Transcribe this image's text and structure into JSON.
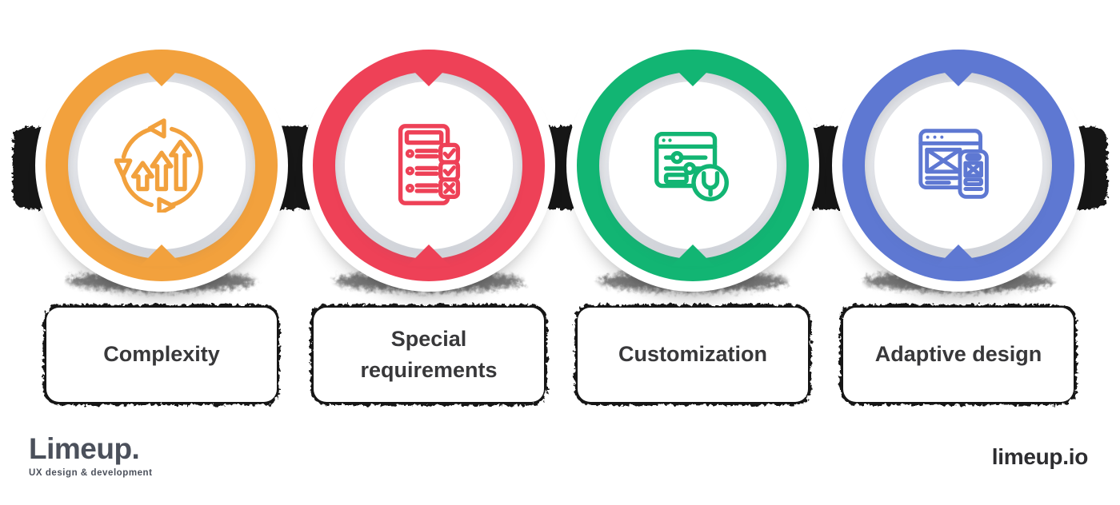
{
  "background": "#FFFFFF",
  "connector": {
    "color": "#171717"
  },
  "card": {
    "background": "#FFFFFF",
    "text_color": "#38383A"
  },
  "steps": [
    {
      "label": "Complexity",
      "color": "#F2A13D",
      "icon": "growth-arrows-cycle-icon"
    },
    {
      "label": "Special requirements",
      "color": "#EE4157",
      "icon": "requirements-checklist-icon"
    },
    {
      "label": "Customization",
      "color": "#12B573",
      "icon": "settings-sliders-wrench-icon"
    },
    {
      "label": "Adaptive design",
      "color": "#5E78D2",
      "icon": "responsive-layout-icon"
    }
  ],
  "footer": {
    "logo_text": "Limeup.",
    "logo_tagline": "UX design & development",
    "website": "limeup.io"
  }
}
